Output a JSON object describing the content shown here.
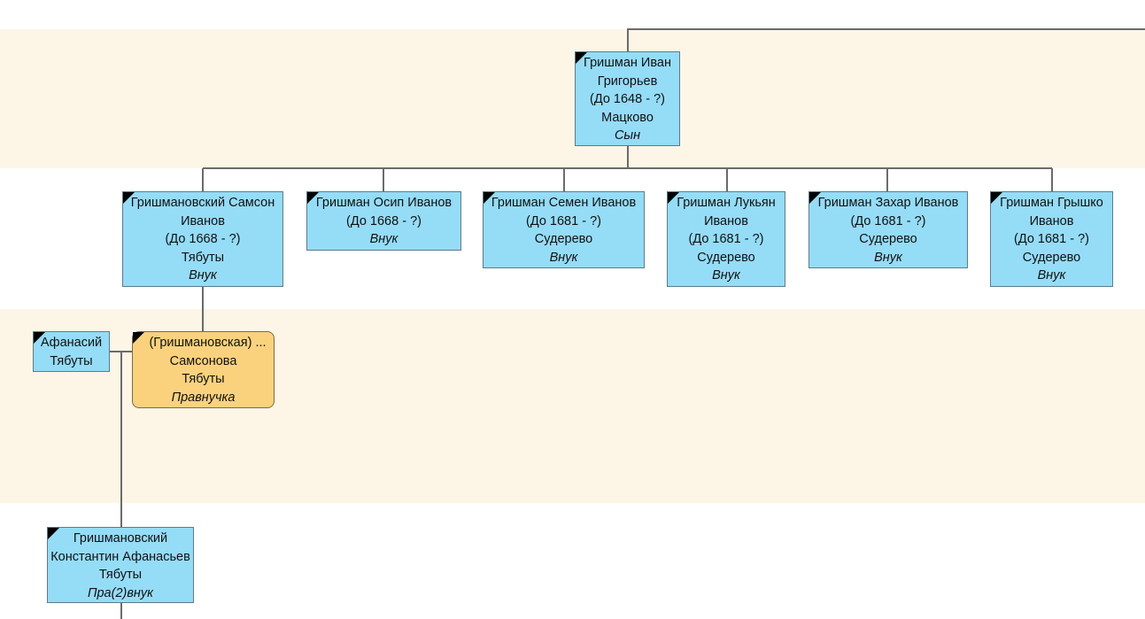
{
  "tree": {
    "people": {
      "ivan": {
        "lines": [
          "Гришман Иван",
          "Григорьев",
          "(До 1648 - ?)",
          "Мацково"
        ],
        "relation": "Сын"
      },
      "samson": {
        "lines": [
          "Гришмановский Самсон",
          "Иванов",
          "(До 1668 - ?)",
          "Тябуты"
        ],
        "relation": "Внук"
      },
      "osip": {
        "lines": [
          "Гришман Осип Иванов",
          "(До 1668 - ?)"
        ],
        "relation": "Внук"
      },
      "semen": {
        "lines": [
          "Гришман Семен Иванов",
          "(До 1681 - ?)",
          "Судерево"
        ],
        "relation": "Внук"
      },
      "lukyan": {
        "lines": [
          "Гришман Лукьян",
          "Иванов",
          "(До 1681 - ?)",
          "Судерево"
        ],
        "relation": "Внук"
      },
      "zakhar": {
        "lines": [
          "Гришман Захар Иванов",
          "(До 1681 - ?)",
          "Судерево"
        ],
        "relation": "Внук"
      },
      "gryshko": {
        "lines": [
          "Гришман Грышко",
          "Иванов",
          "(До 1681 - ?)",
          "Судерево"
        ],
        "relation": "Внук"
      },
      "afanasiy": {
        "lines": [
          "Афанасий",
          "Тябуты"
        ],
        "relation": ""
      },
      "grishmanovskaya": {
        "lines": [
          "(Гришмановская) ...",
          "Самсонова",
          "Тябуты"
        ],
        "relation": "Правнучка"
      },
      "konstantin": {
        "lines": [
          "Гришмановский",
          "Константин Афанасьев",
          "Тябуты"
        ],
        "relation": "Пра(2)внук"
      }
    }
  }
}
